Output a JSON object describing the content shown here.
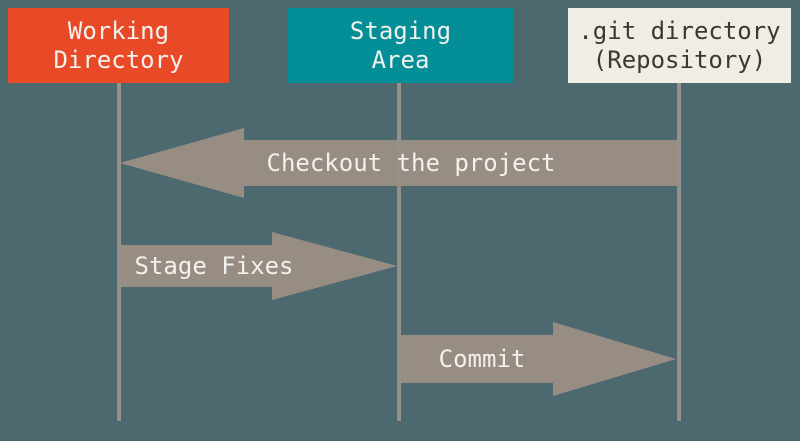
{
  "columns": [
    {
      "label": "Working\nDirectory",
      "color": "#E84A27",
      "text_color": "#F3F1ED"
    },
    {
      "label": "Staging\nArea",
      "color": "#038E98",
      "text_color": "#F3F1ED"
    },
    {
      "label": ".git directory\n(Repository)",
      "color": "#F0EEE4",
      "text_color": "#3D3831"
    }
  ],
  "arrows": [
    {
      "label": "Checkout the project",
      "direction": "left",
      "from": ".git directory (Repository)",
      "to": "Working Directory"
    },
    {
      "label": "Stage Fixes",
      "direction": "right",
      "from": "Working Directory",
      "to": "Staging Area"
    },
    {
      "label": "Commit",
      "direction": "right",
      "from": "Staging Area",
      "to": ".git directory (Repository)"
    }
  ],
  "colors": {
    "background": "#4D6970",
    "arrow_fill": "#988D83",
    "lifeline": "#96908A",
    "arrow_text": "#F3F1ED"
  }
}
